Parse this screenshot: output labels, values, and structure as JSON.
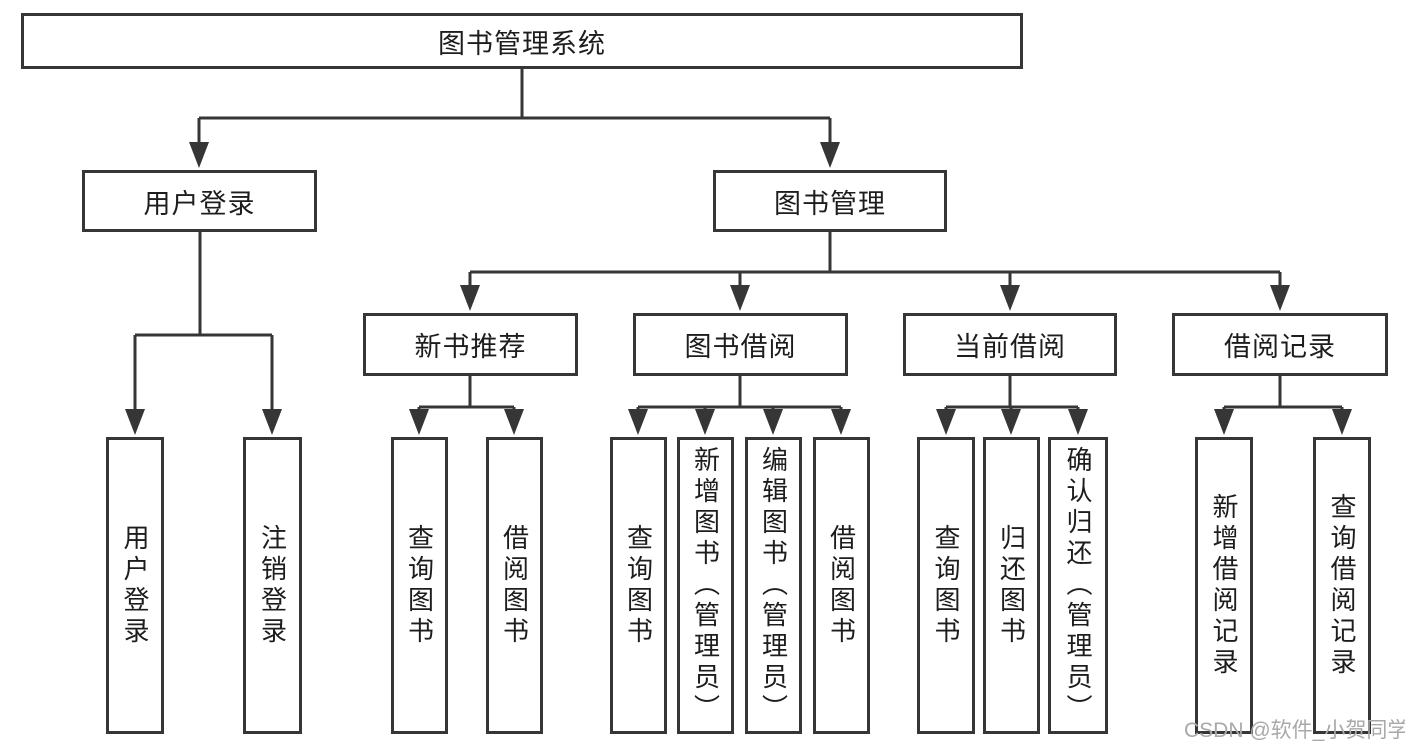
{
  "tree": {
    "label": "图书管理系统",
    "children": [
      {
        "label": "用户登录",
        "children": [
          {
            "label": "用户登录"
          },
          {
            "label": "注销登录"
          }
        ]
      },
      {
        "label": "图书管理",
        "children": [
          {
            "label": "新书推荐",
            "children": [
              {
                "label": "查询图书"
              },
              {
                "label": "借阅图书"
              }
            ]
          },
          {
            "label": "图书借阅",
            "children": [
              {
                "label": "查询图书"
              },
              {
                "label": "新增图书（管理员）"
              },
              {
                "label": "编辑图书（管理员）"
              },
              {
                "label": "借阅图书"
              }
            ]
          },
          {
            "label": "当前借阅",
            "children": [
              {
                "label": "查询图书"
              },
              {
                "label": "归还图书"
              },
              {
                "label": "确认归还（管理员）"
              }
            ]
          },
          {
            "label": "借阅记录",
            "children": [
              {
                "label": "新增借阅记录"
              },
              {
                "label": "查询借阅记录"
              }
            ]
          }
        ]
      }
    ]
  },
  "watermark": {
    "text": "CSDN @软件_小贺同学"
  },
  "colors": {
    "line": "#363636",
    "box_border": "#363636",
    "text": "#1d1d1f",
    "background": "#ffffff",
    "watermark_text": "#a9a9a9"
  }
}
